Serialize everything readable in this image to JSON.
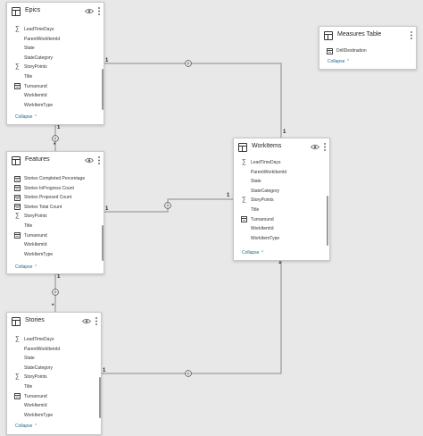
{
  "cards": [
    {
      "id": "epics",
      "title": "Epics",
      "fields": [
        {
          "icon": "sigma",
          "label": "LeadTimeDays"
        },
        {
          "icon": "none",
          "label": "ParentWorkItemId"
        },
        {
          "icon": "none",
          "label": "State"
        },
        {
          "icon": "none",
          "label": "StateCategory"
        },
        {
          "icon": "sigma",
          "label": "StoryPoints"
        },
        {
          "icon": "none",
          "label": "Title"
        },
        {
          "icon": "calculated",
          "label": "Turnaround"
        },
        {
          "icon": "none",
          "label": "WorkItemId"
        },
        {
          "icon": "none",
          "label": "WorkItemType"
        }
      ],
      "collapse_label": "Collapse"
    },
    {
      "id": "measures",
      "title": "Measures Table",
      "fields": [
        {
          "icon": "calculated",
          "label": "DrillDestination"
        }
      ],
      "collapse_label": "Collapse"
    },
    {
      "id": "features",
      "title": "Features",
      "fields": [
        {
          "icon": "calculated",
          "label": "Stories Completed Percentage"
        },
        {
          "icon": "calculated",
          "label": "Stories InProgress Count"
        },
        {
          "icon": "calculated",
          "label": "Stories Proposed Count"
        },
        {
          "icon": "calculated",
          "label": "Stories Total Count"
        },
        {
          "icon": "sigma",
          "label": "StoryPoints"
        },
        {
          "icon": "none",
          "label": "Title"
        },
        {
          "icon": "calculated",
          "label": "Turnaround"
        },
        {
          "icon": "none",
          "label": "WorkItemId"
        },
        {
          "icon": "none",
          "label": "WorkItemType"
        }
      ],
      "collapse_label": "Collapse"
    },
    {
      "id": "workitems",
      "title": "WorkItems",
      "fields": [
        {
          "icon": "sigma",
          "label": "LeadTimeDays"
        },
        {
          "icon": "none",
          "label": "ParentWorkItemId"
        },
        {
          "icon": "none",
          "label": "State"
        },
        {
          "icon": "none",
          "label": "StateCategory"
        },
        {
          "icon": "sigma",
          "label": "StoryPoints"
        },
        {
          "icon": "none",
          "label": "Title"
        },
        {
          "icon": "calculated",
          "label": "Turnaround"
        },
        {
          "icon": "none",
          "label": "WorkItemId"
        },
        {
          "icon": "none",
          "label": "WorkItemType"
        }
      ],
      "collapse_label": "Collapse"
    },
    {
      "id": "stories",
      "title": "Stories",
      "fields": [
        {
          "icon": "sigma",
          "label": "LeadTimeDays"
        },
        {
          "icon": "none",
          "label": "ParentWorkItemId"
        },
        {
          "icon": "none",
          "label": "State"
        },
        {
          "icon": "none",
          "label": "StateCategory"
        },
        {
          "icon": "sigma",
          "label": "StoryPoints"
        },
        {
          "icon": "none",
          "label": "Title"
        },
        {
          "icon": "calculated",
          "label": "Turnaround"
        },
        {
          "icon": "none",
          "label": "WorkItemId"
        },
        {
          "icon": "none",
          "label": "WorkItemType"
        }
      ],
      "collapse_label": "Collapse"
    }
  ],
  "relationship_labels": {
    "one": "1",
    "many": "*"
  },
  "icons": {
    "visibility": "eye-icon",
    "more": "more-options-icon",
    "table": "table-icon",
    "measure": "calculator-icon",
    "aggregate": "sigma-icon",
    "collapse": "chevron-up-icon",
    "cross_filter": "bidirectional-filter-icon"
  },
  "colors": {
    "canvas": "#e8e8e8",
    "card": "#ffffff",
    "line": "#8a8a8a",
    "link": "#1b6a8a"
  }
}
